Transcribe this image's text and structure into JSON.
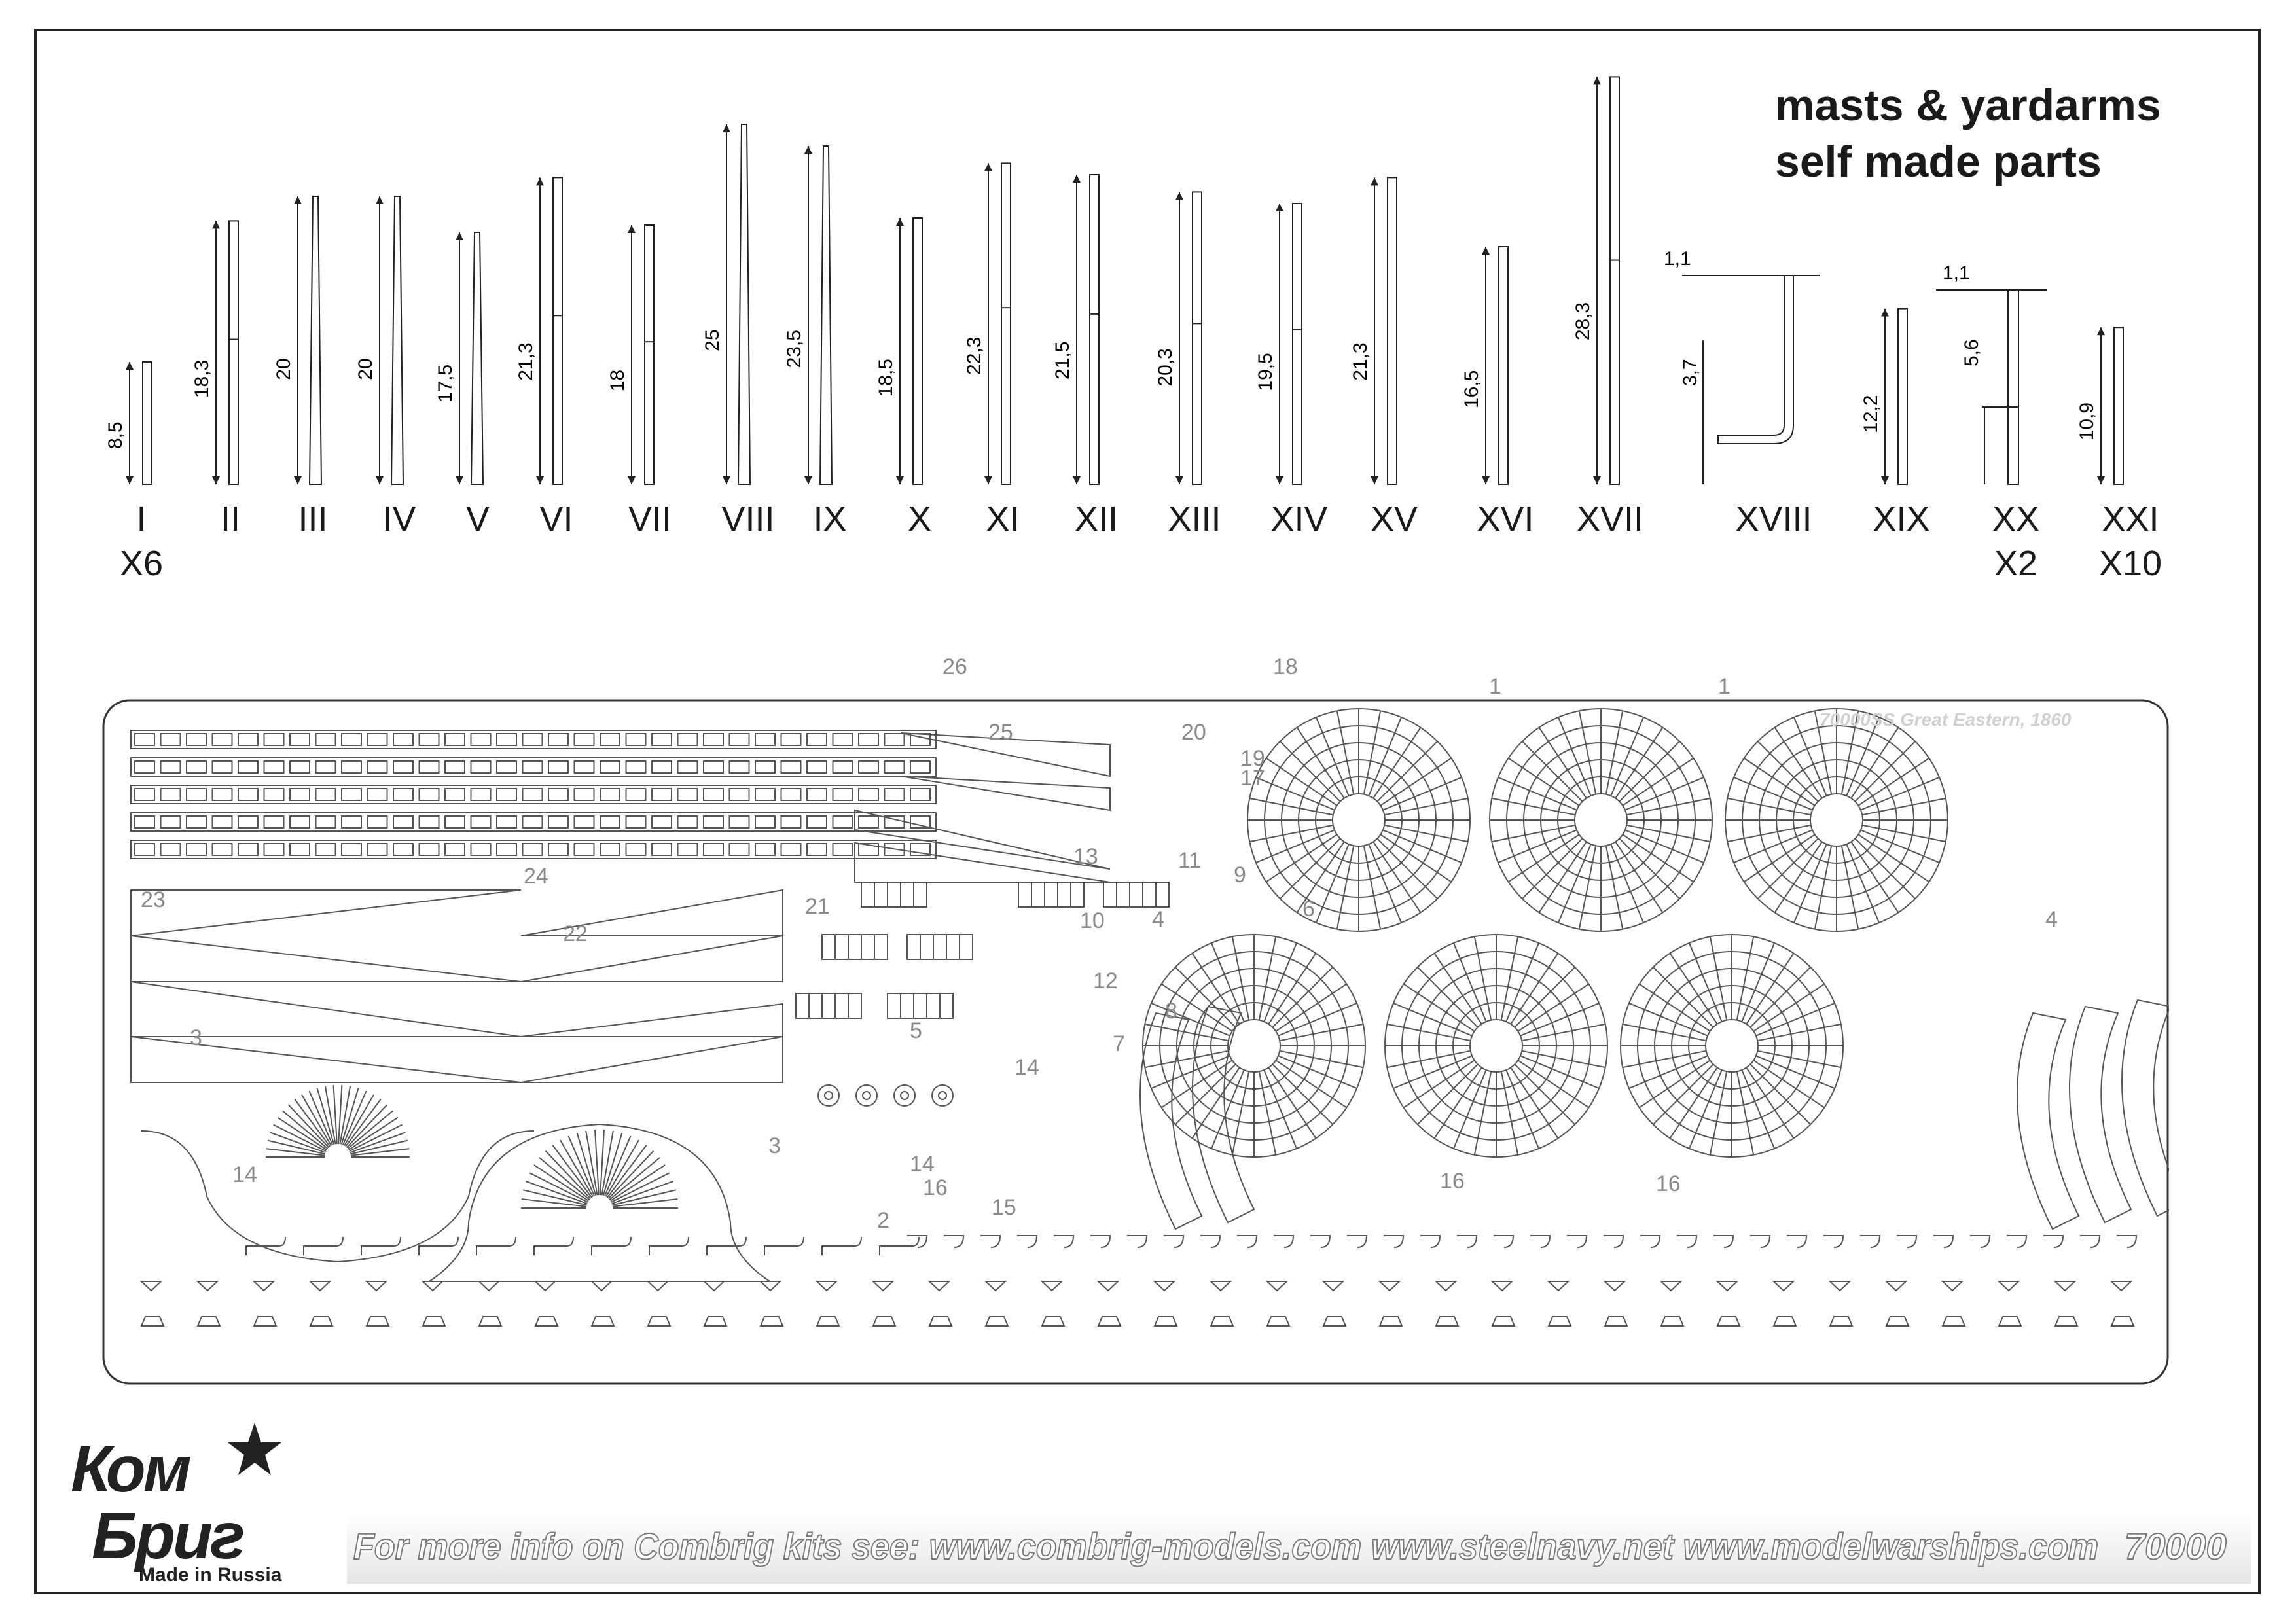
{
  "title": {
    "line1": "masts & yardarms",
    "line2": "self made parts"
  },
  "masts": [
    {
      "id": "I",
      "dim": "8,5",
      "mult": "X6",
      "kind": "plain"
    },
    {
      "id": "II",
      "dim": "18,3",
      "mult": "",
      "kind": "stepped"
    },
    {
      "id": "III",
      "dim": "20",
      "mult": "",
      "kind": "tapered"
    },
    {
      "id": "IV",
      "dim": "20",
      "mult": "",
      "kind": "tapered"
    },
    {
      "id": "V",
      "dim": "17,5",
      "mult": "",
      "kind": "tapered"
    },
    {
      "id": "VI",
      "dim": "21,3",
      "mult": "",
      "kind": "stepped"
    },
    {
      "id": "VII",
      "dim": "18",
      "mult": "",
      "kind": "stepped"
    },
    {
      "id": "VIII",
      "dim": "25",
      "mult": "",
      "kind": "tapered"
    },
    {
      "id": "IX",
      "dim": "23,5",
      "mult": "",
      "kind": "tapered"
    },
    {
      "id": "X",
      "dim": "18,5",
      "mult": "",
      "kind": "plain"
    },
    {
      "id": "XI",
      "dim": "22,3",
      "mult": "",
      "kind": "stepped"
    },
    {
      "id": "XII",
      "dim": "21,5",
      "mult": "",
      "kind": "stepped"
    },
    {
      "id": "XIII",
      "dim": "20,3",
      "mult": "",
      "kind": "stepped"
    },
    {
      "id": "XIV",
      "dim": "19,5",
      "mult": "",
      "kind": "stepped"
    },
    {
      "id": "XV",
      "dim": "21,3",
      "mult": "",
      "kind": "plain"
    },
    {
      "id": "XVI",
      "dim": "16,5",
      "mult": "",
      "kind": "plain"
    },
    {
      "id": "XVII",
      "dim": "28,3",
      "mult": "",
      "kind": "stepped"
    },
    {
      "id": "XVIII",
      "dim": "3,7",
      "dim2": "1,1",
      "mult": "",
      "kind": "bent"
    },
    {
      "id": "XIX",
      "dim": "12,2",
      "mult": "",
      "kind": "plain"
    },
    {
      "id": "XX",
      "dim": "5,6",
      "dim2": "1,1",
      "mult": "X2",
      "kind": "split"
    },
    {
      "id": "XXI",
      "dim": "10,9",
      "mult": "X10",
      "kind": "plain"
    }
  ],
  "fret": {
    "label": "70000SS Great Eastern, 1860",
    "part_numbers": [
      "26",
      "25",
      "18",
      "20",
      "19",
      "17",
      "1",
      "1",
      "24",
      "23",
      "22",
      "21",
      "13",
      "11",
      "9",
      "6",
      "10",
      "4",
      "4",
      "12",
      "8",
      "3",
      "5",
      "7",
      "14",
      "3",
      "14",
      "14",
      "16",
      "16",
      "16",
      "15",
      "2"
    ]
  },
  "footer": {
    "brand_line1": "Ком",
    "brand_line2": "Бриг",
    "made_in": "Made in Russia",
    "info": "For more info on Combrig kits see: www.combrig-models.com www.steelnavy.net  www.modelwarships.com",
    "code": "70000"
  }
}
